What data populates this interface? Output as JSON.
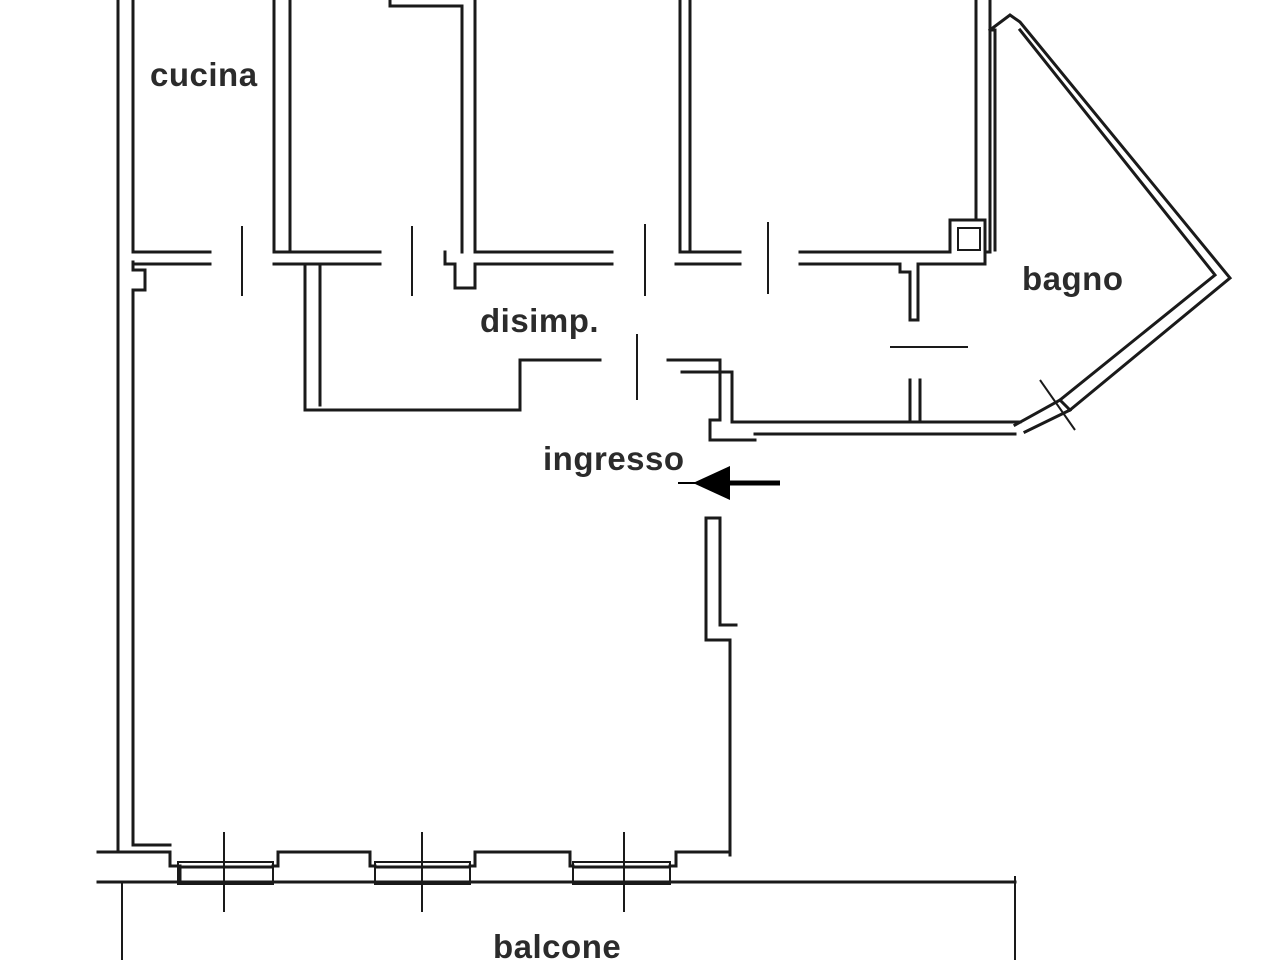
{
  "rooms": {
    "kitchen": "cucina",
    "hallway": "disimp.",
    "bathroom": "bagno",
    "entrance": "ingresso",
    "balcony": "balcone"
  }
}
